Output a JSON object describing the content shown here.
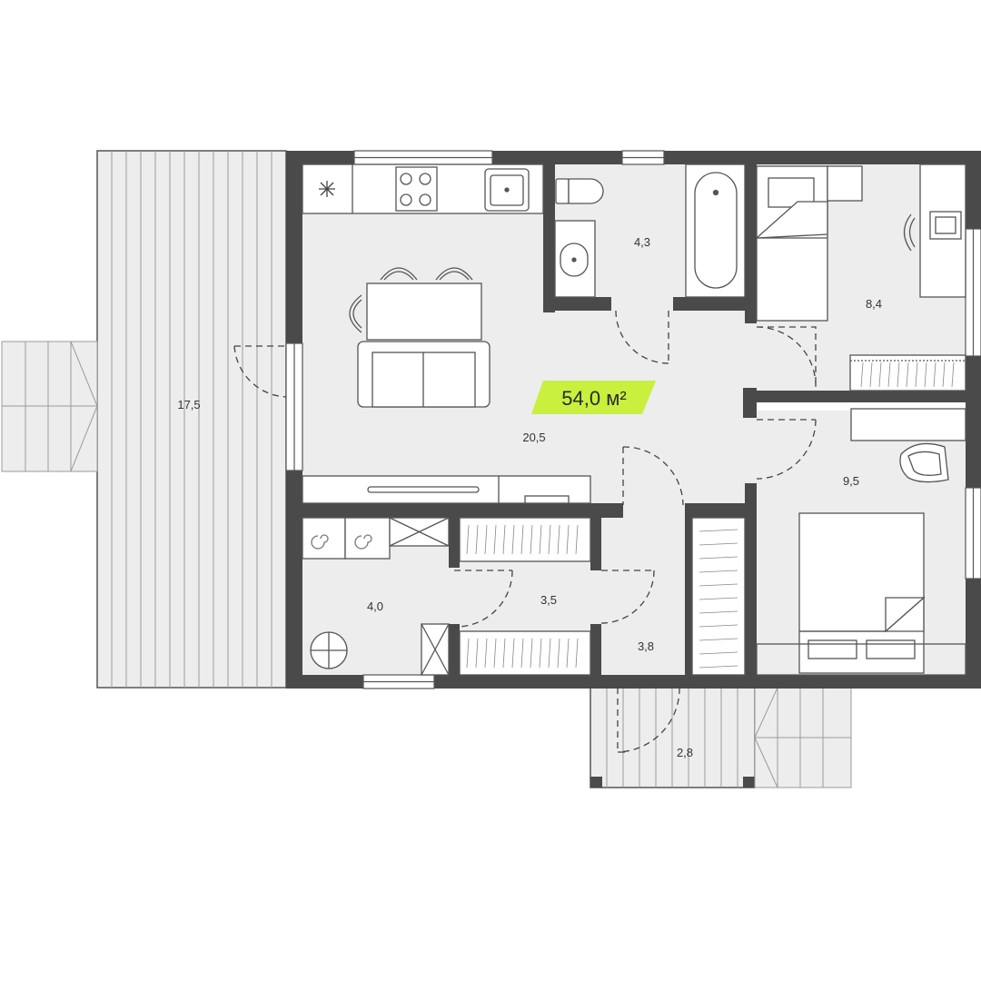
{
  "plan": {
    "total_area": "54,0 м²",
    "accent_color": "#c8f03c",
    "wall_color": "#4a4a4a",
    "floor_color": "#ededed",
    "rooms": {
      "living_kitchen": "20,5",
      "terrace": "17,5",
      "bathroom": "4,3",
      "office": "8,4",
      "bedroom": "9,5",
      "utility": "4,0",
      "corridor": "3,5",
      "hall": "3,8",
      "porch": "2,8"
    },
    "icons": [
      "hood-icon",
      "cooktop-icon",
      "sink-icon",
      "toilet-icon",
      "bathtub-icon",
      "washbasin-icon",
      "boiler-icon",
      "drain-icon",
      "sofa-icon",
      "dining-table-icon",
      "bed-icon",
      "armchair-icon",
      "desk-icon"
    ]
  }
}
